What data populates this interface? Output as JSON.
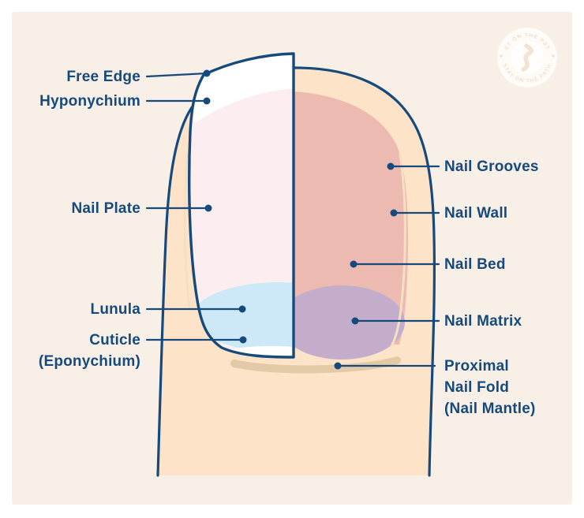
{
  "badge": {
    "top_text": "GET ON THE PATH",
    "bottom_text": "STAY ON THE PATH"
  },
  "labels": {
    "left": [
      {
        "id": "free-edge",
        "lines": [
          "Free Edge"
        ]
      },
      {
        "id": "hyponychium",
        "lines": [
          "Hyponychium"
        ]
      },
      {
        "id": "nail-plate",
        "lines": [
          "Nail Plate"
        ]
      },
      {
        "id": "lunula",
        "lines": [
          "Lunula"
        ]
      },
      {
        "id": "cuticle",
        "lines": [
          "Cuticle",
          "(Eponychium)"
        ]
      }
    ],
    "right": [
      {
        "id": "nail-grooves",
        "lines": [
          "Nail Grooves"
        ]
      },
      {
        "id": "nail-wall",
        "lines": [
          "Nail Wall"
        ]
      },
      {
        "id": "nail-bed",
        "lines": [
          "Nail Bed"
        ]
      },
      {
        "id": "nail-matrix",
        "lines": [
          "Nail Matrix"
        ]
      },
      {
        "id": "proximal-nail-fold",
        "lines": [
          "Proximal",
          "Nail Fold",
          "(Nail Mantle)"
        ]
      }
    ]
  },
  "colors": {
    "accent_navy": "#174a7c",
    "background_beige": "#f8efe6",
    "skin": "#fde4c9",
    "nail_bed": "#edbab1",
    "nail_plate": "#fcedf0",
    "free_edge_white": "#ffffff",
    "lunula_blue": "#cde9f7",
    "nail_matrix_purple": "#c3adca",
    "fold_crease_tan": "#e4c9a7"
  }
}
